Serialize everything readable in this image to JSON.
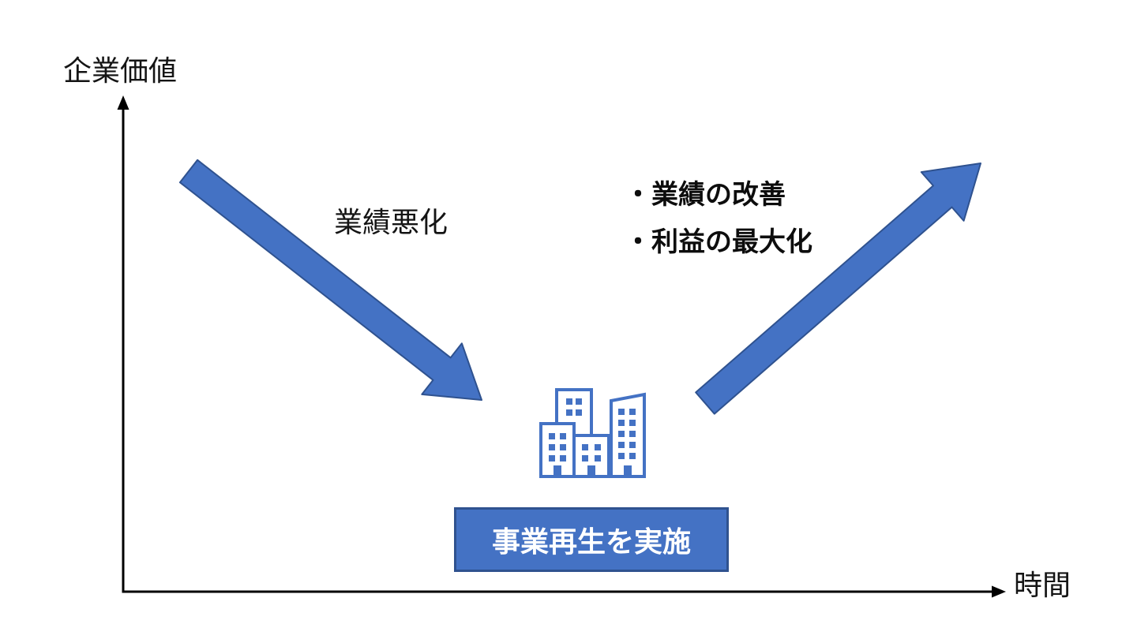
{
  "axes": {
    "y_label": "企業価値",
    "x_label": "時間",
    "color": "#000000"
  },
  "decline": {
    "label": "業績悪化"
  },
  "growth": {
    "bullets": [
      "・業績の改善",
      "・利益の最大化"
    ]
  },
  "action_box": {
    "label": "事業再生を実施",
    "fill": "#4472C4",
    "border_color": "#2F528F",
    "text_color": "#FFFFFF"
  },
  "arrows": {
    "fill": "#4472C4",
    "outline": "#2F528F"
  },
  "icon": {
    "name": "city-buildings",
    "color": "#4472C4"
  },
  "background": "#FFFFFF"
}
